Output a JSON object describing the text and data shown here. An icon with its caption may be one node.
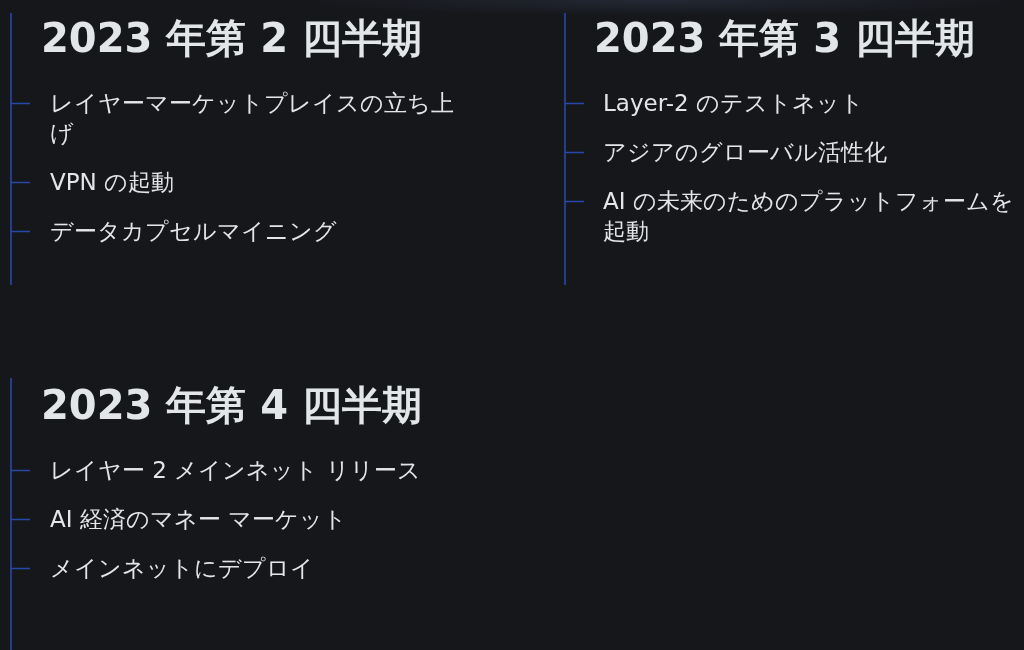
{
  "diagram": {
    "labels": [
      "2023 年第 2 四半期",
      "レイヤーマーケットプレイスの立ち上げ",
      "VPN の起動",
      "データカプセルマイニング",
      "2023 年第 3 四半期",
      "Layer-2 のテストネット",
      "アジアのグローバル活性化",
      "AI の未来のためのプラットフォームを起動",
      "2023 年第 4 四半期",
      "レイヤー 2 メインネット リリース",
      "AI 経済のマネー マーケット",
      "メインネットにデプロイ"
    ]
  }
}
